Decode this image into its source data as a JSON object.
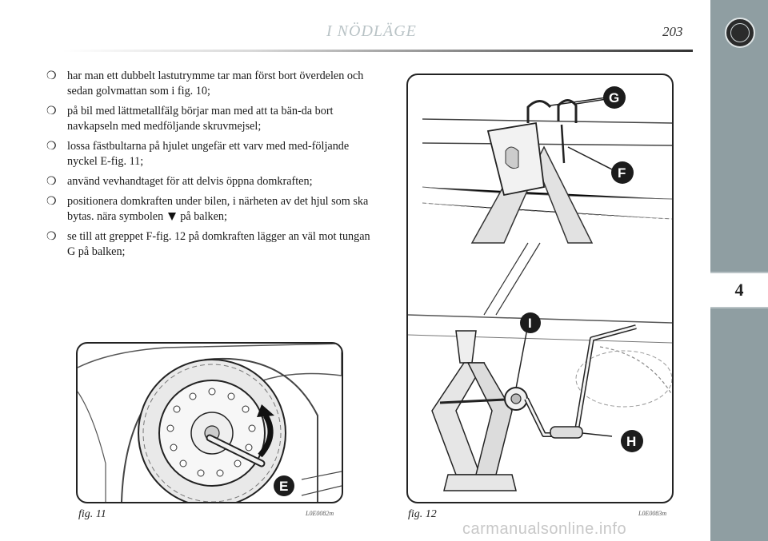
{
  "header": {
    "title": "I NÖDLÄGE",
    "page_number": "203",
    "chapter": "4"
  },
  "bullets": [
    {
      "marker": "❍",
      "pre": "har man ett dubbelt lastutrymme tar man först bort överdelen och sedan golvmattan som i fig. 10;",
      "post": ""
    },
    {
      "marker": "❍",
      "pre": "på bil med lättmetallfälg börjar man med att ta bän-da bort navkapseln med medföljande skruvmejsel;",
      "post": ""
    },
    {
      "marker": "❍",
      "pre": "lossa fästbultarna på hjulet ungefär ett varv med med-följande nyckel E-fig. 11;",
      "post": ""
    },
    {
      "marker": "❍",
      "pre": "använd vevhandtaget för att delvis öppna domkraften;",
      "post": ""
    },
    {
      "marker": "❍",
      "pre": "positionera domkraften under bilen, i närheten av det hjul som ska bytas. nära symbolen",
      "post": "på balken;"
    },
    {
      "marker": "❍",
      "pre": "se till att greppet F-fig. 12 på domkraften lägger an väl mot tungan G på balken;",
      "post": ""
    }
  ],
  "figures": {
    "fig11": {
      "caption": "fig. 11",
      "code": "L0E0082m",
      "label_e": "E"
    },
    "fig12": {
      "caption": "fig. 12",
      "code": "L0E0083m",
      "label_g": "G",
      "label_f": "F",
      "label_i": "I",
      "label_h": "H"
    }
  },
  "watermark": "carmanualsonline.info",
  "colors": {
    "sidebar": "#8f9ea2",
    "header_title": "#b9c3c6"
  }
}
